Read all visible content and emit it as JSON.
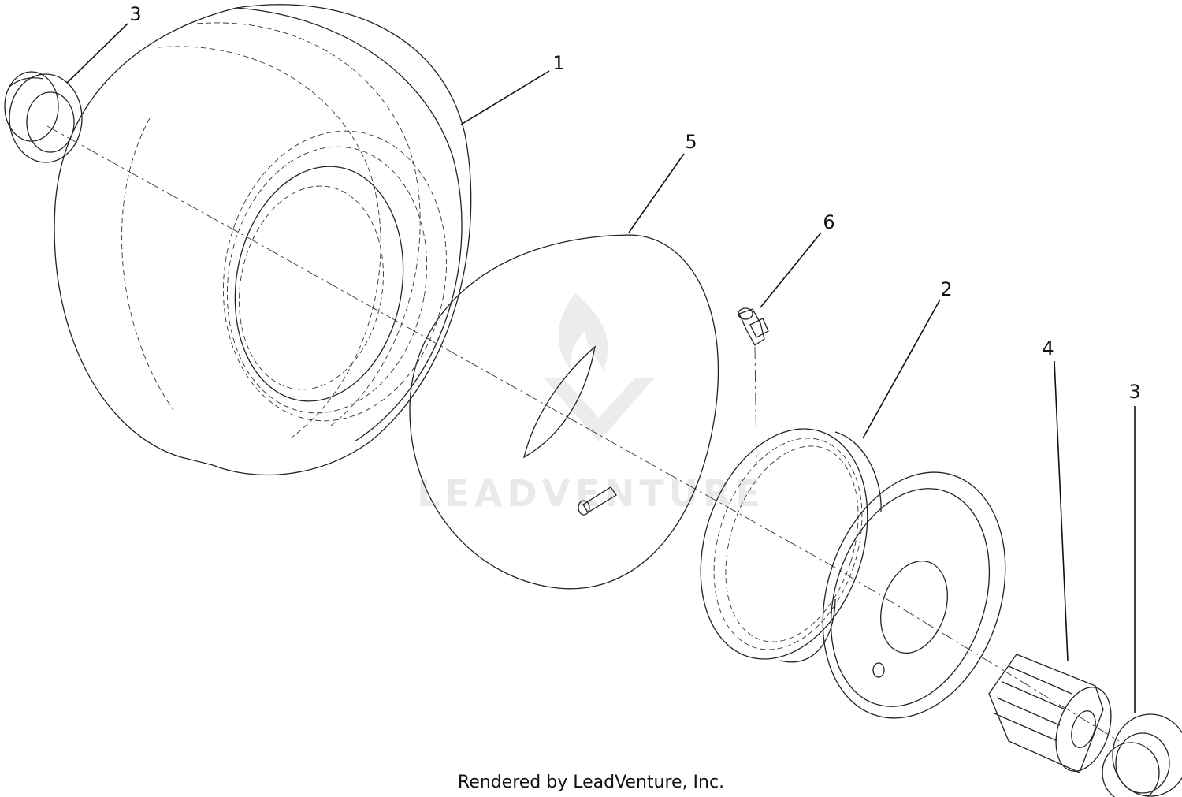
{
  "callouts": {
    "tire": "1",
    "wheel": "2",
    "bushing_left": "3",
    "bushing_right": "3",
    "bearing": "4",
    "tube": "5",
    "grease_fitting": "6"
  },
  "watermark": {
    "text": "LEADVENTURE"
  },
  "footer": {
    "text": "Rendered by LeadVenture, Inc."
  }
}
